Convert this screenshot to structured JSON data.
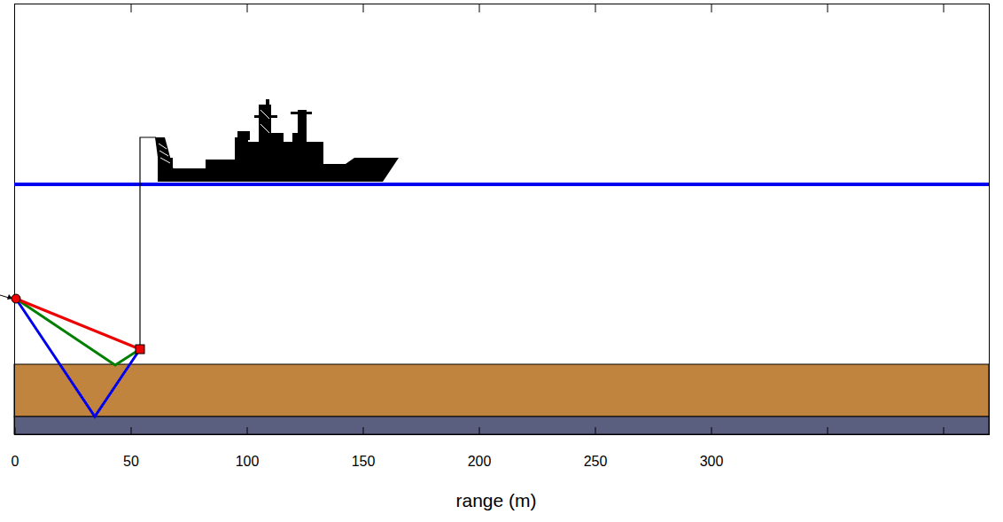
{
  "diagram": {
    "labels": [
      "0",
      "50",
      "100",
      "150",
      "200",
      "250",
      "300",
      "range (m)"
    ]
  }
}
